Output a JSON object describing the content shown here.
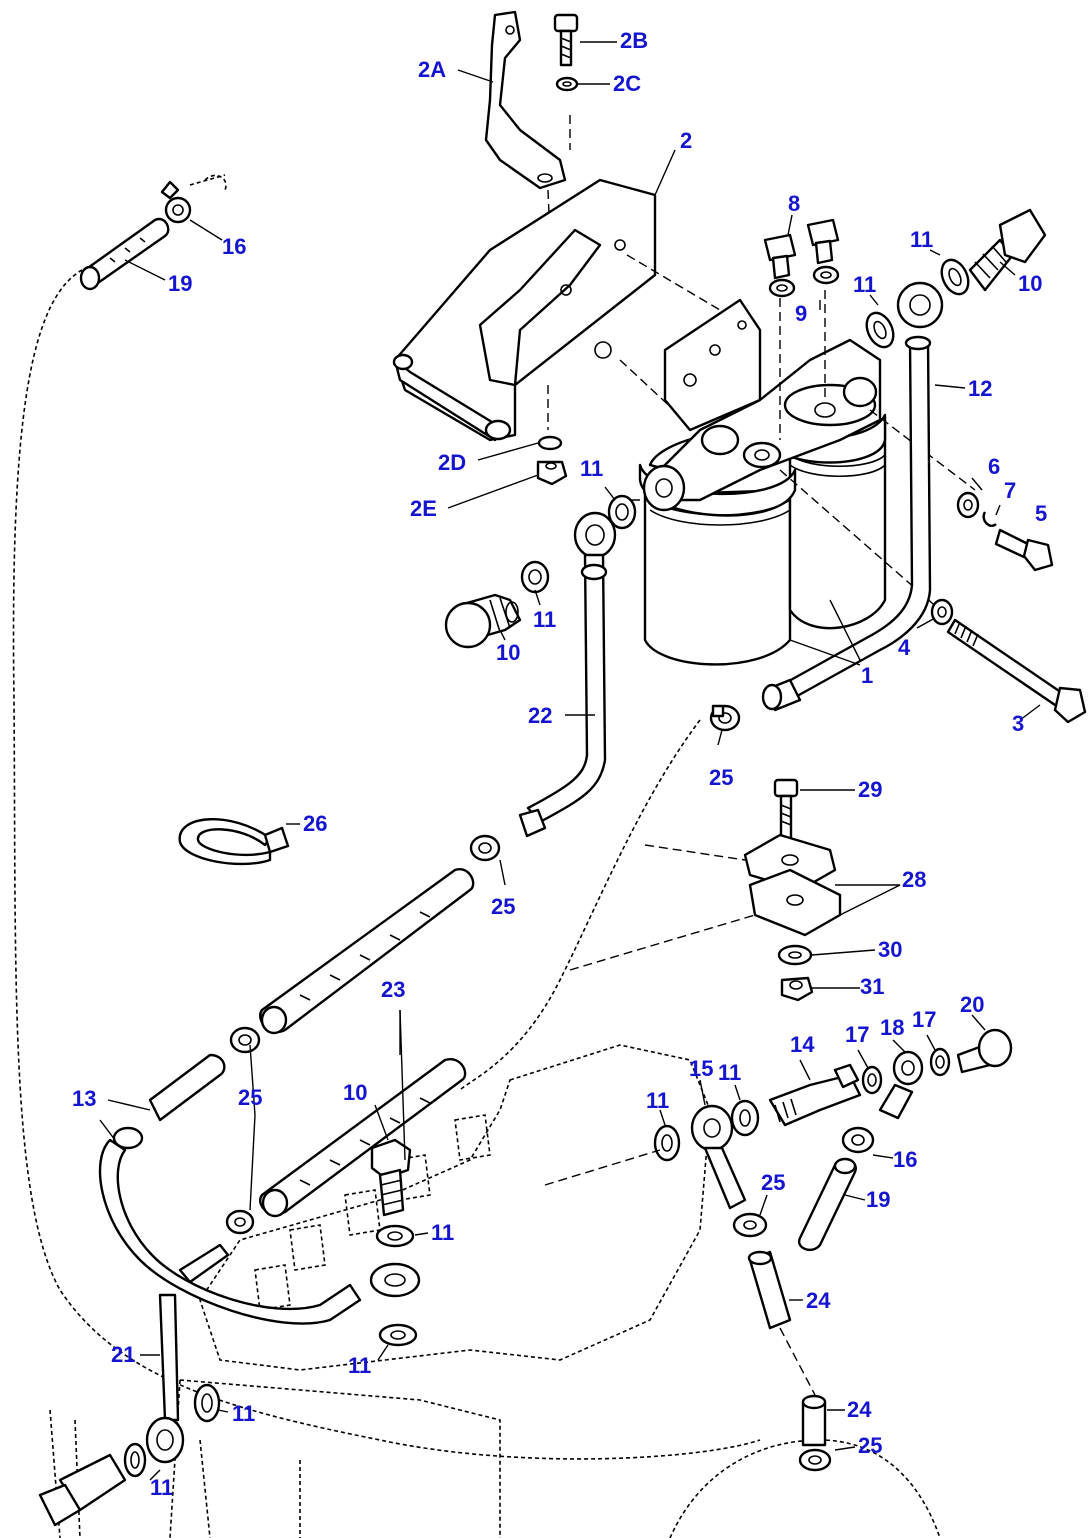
{
  "diagram": {
    "labels": {
      "l_2a": "2A",
      "l_2b": "2B",
      "l_2c": "2C",
      "l_2": "2",
      "l_16a": "16",
      "l_19a": "19",
      "l_8": "8",
      "l_11a": "11",
      "l_10a": "10",
      "l_11b": "11",
      "l_9": "9",
      "l_12": "12",
      "l_2d": "2D",
      "l_2e": "2E",
      "l_11c": "11",
      "l_6": "6",
      "l_7": "7",
      "l_5": "5",
      "l_11d": "11",
      "l_10b": "10",
      "l_4": "4",
      "l_1": "1",
      "l_3": "3",
      "l_22": "22",
      "l_25a": "25",
      "l_29": "29",
      "l_26": "26",
      "l_25b": "25",
      "l_28": "28",
      "l_30": "30",
      "l_31": "31",
      "l_23": "23",
      "l_20": "20",
      "l_14": "14",
      "l_17a": "17",
      "l_18": "18",
      "l_17b": "17",
      "l_13": "13",
      "l_25c": "25",
      "l_10c": "10",
      "l_15": "15",
      "l_11e": "11",
      "l_11f": "11",
      "l_16b": "16",
      "l_25d": "25",
      "l_19b": "19",
      "l_11g": "11",
      "l_24a": "24",
      "l_21": "21",
      "l_11h": "11",
      "l_11i": "11",
      "l_24b": "24",
      "l_11j": "11",
      "l_25e": "25"
    }
  }
}
